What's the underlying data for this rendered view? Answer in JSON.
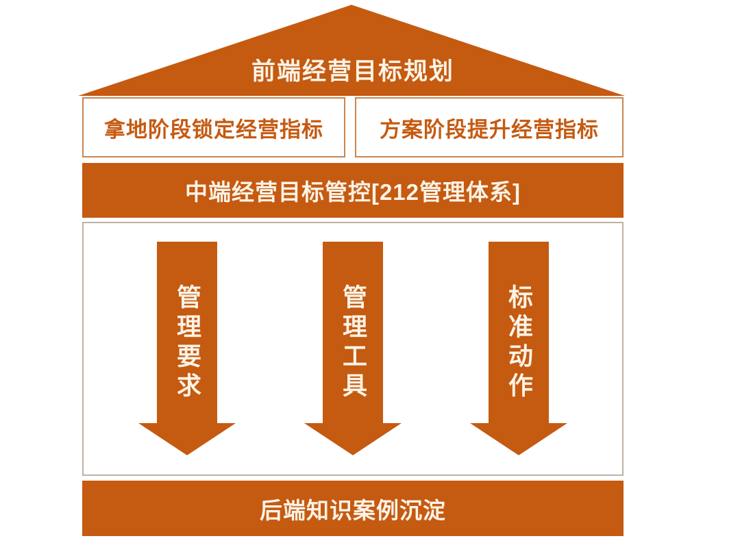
{
  "colors": {
    "orange": "#C55A11",
    "cream": "#FAF3E6",
    "box-border": "#C9854F",
    "panel-border": "#BDB2A3",
    "background": "#FFFFFF"
  },
  "roof": {
    "title": "前端经营目标规划"
  },
  "top_boxes": [
    {
      "label": "拿地阶段锁定经营指标"
    },
    {
      "label": "方案阶段提升经营指标"
    }
  ],
  "mid_bar": {
    "label": "中端经营目标管控[212管理体系]"
  },
  "panel": {
    "arrows": [
      {
        "label": "管理要求"
      },
      {
        "label": "管理工具"
      },
      {
        "label": "标准动作"
      }
    ]
  },
  "bottom_bar": {
    "label": "后端知识案例沉淀"
  }
}
